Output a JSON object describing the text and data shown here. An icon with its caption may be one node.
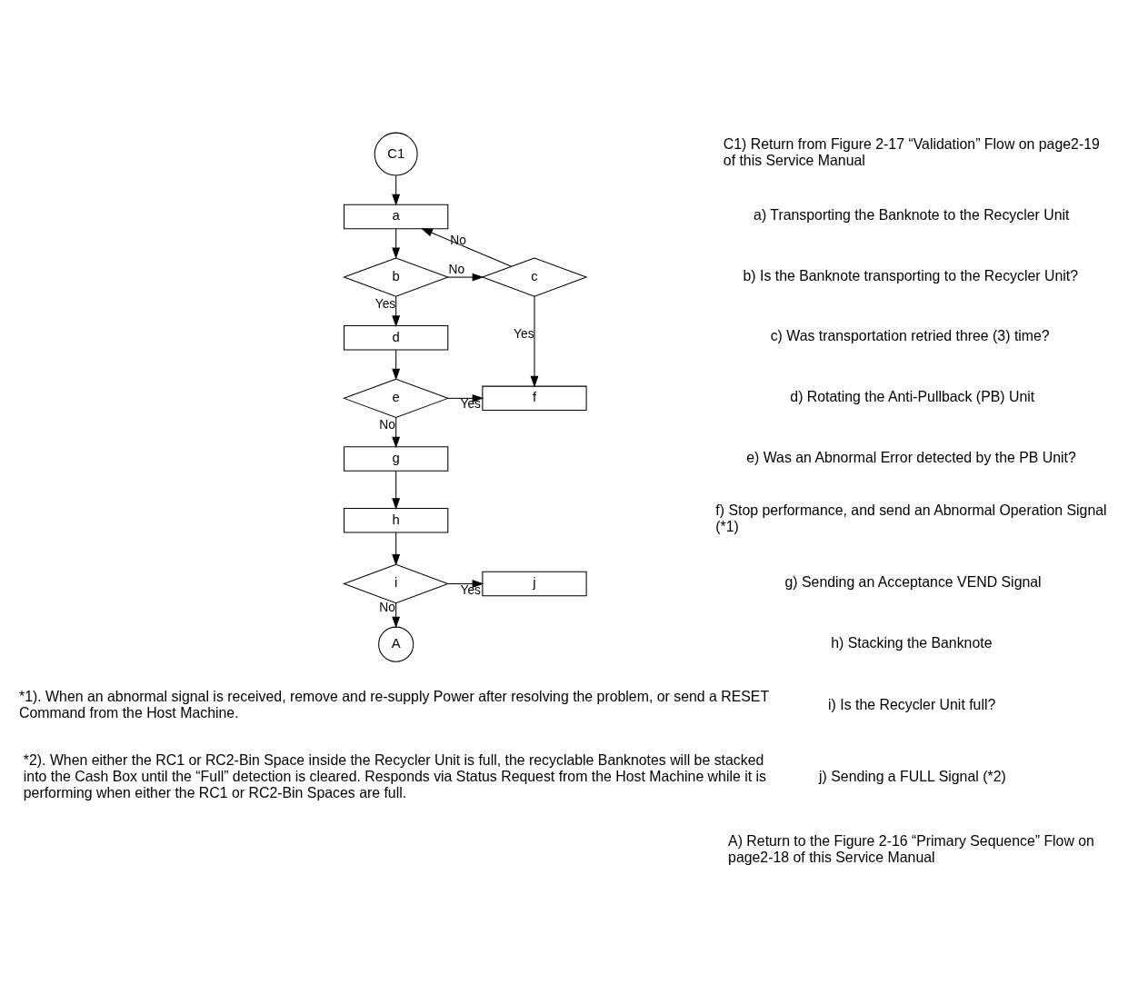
{
  "diagram": {
    "nodes": [
      {
        "text": [
          "C1"
        ]
      },
      {
        "text": [
          "a"
        ]
      },
      {
        "text": [
          "b"
        ]
      },
      {
        "text": [
          "c"
        ]
      },
      {
        "text": [
          "d"
        ]
      },
      {
        "text": [
          "e"
        ]
      },
      {
        "text": [
          "f"
        ]
      },
      {
        "text": [
          "g"
        ]
      },
      {
        "text": [
          "h"
        ]
      },
      {
        "text": [
          "i"
        ]
      },
      {
        "text": [
          "j"
        ]
      },
      {
        "text": [
          "A"
        ]
      }
    ],
    "edges": [
      {
        "from": 0,
        "to": 1,
        "arrow": "to"
      },
      {
        "from": 1,
        "to": 2,
        "arrow": "to"
      },
      {
        "from": 2,
        "to": 3,
        "label": "No",
        "arrow": "to"
      },
      {
        "from": 3,
        "to": 1,
        "label": "No",
        "arrow": "to"
      },
      {
        "from": 2,
        "to": 4,
        "label": "Yes",
        "arrow": "to"
      },
      {
        "from": 3,
        "to": 6,
        "label": "Yes",
        "arrow": "to"
      },
      {
        "from": 4,
        "to": 5,
        "arrow": "to"
      },
      {
        "from": 5,
        "to": 6,
        "label": "Yes",
        "arrow": "to"
      },
      {
        "from": 5,
        "to": 7,
        "label": "No",
        "arrow": "to"
      },
      {
        "from": 7,
        "to": 8,
        "arrow": "to"
      },
      {
        "from": 8,
        "to": 9,
        "arrow": "to"
      },
      {
        "from": 9,
        "to": 10,
        "label": "Yes",
        "arrow": "to"
      },
      {
        "from": 9,
        "to": 11,
        "label": "No",
        "arrow": "to"
      }
    ],
    "labels": [
      "C1) Return from Figure 2-17 “Validation” Flow on page2-19 of this Service Manual",
      "a) Transporting the Banknote to the Recycler Unit",
      "b) Is the Banknote transporting to the Recycler Unit?",
      "c) Was transportation retried three (3) time?",
      "d) Rotating the Anti-Pullback (PB) Unit",
      "e) Was an Abnormal Error detected by the PB Unit?",
      "f) Stop performance, and send an Abnormal Operation Signal (*1)",
      "g) Sending an Acceptance VEND Signal",
      "h) Stacking the Banknote",
      "i) Is the Recycler Unit full?",
      "j) Sending a FULL Signal (*2)",
      "A) Return to the Figure 2-16 “Primary Sequence” Flow on page2-18 of this Service Manual",
      "*1). When an abnormal signal is received, remove and re-supply Power after resolving the problem, or send a RESET Command from the Host Machine.",
      "*2). When either the RC1 or RC2-Bin Space inside the Recycler Unit is full, the recyclable Banknotes will be stacked into the Cash Box until the “Full” detection is cleared. Responds via Status Request from the Host Machine while it is performing when either the RC1 or RC2-Bin Spaces are full."
    ]
  }
}
